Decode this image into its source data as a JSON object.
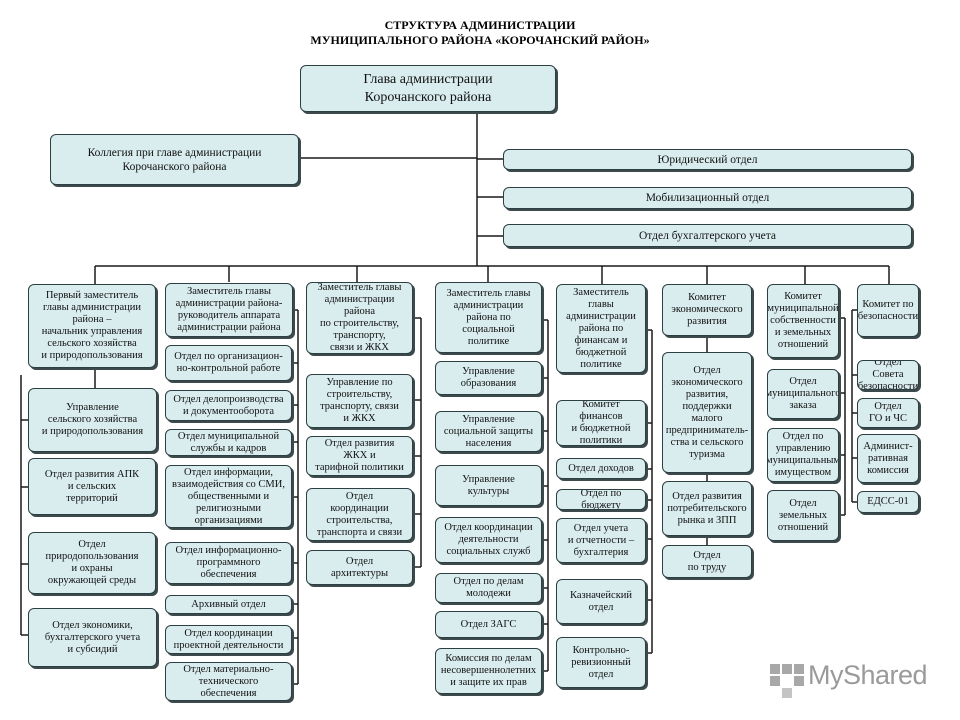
{
  "title": {
    "line1": "СТРУКТУРА АДМИНИСТРАЦИИ",
    "line2": "МУНИЦИПАЛЬНОГО РАЙОНА «КОРОЧАНСКИЙ РАЙОН»"
  },
  "head": "Глава администрации\nКорочанского района",
  "collegium": "Коллегия при главе администрации\nКорочанского района",
  "right_units": [
    "Юридический отдел",
    "Мобилизационный отдел",
    "Отдел бухгалтерского учета"
  ],
  "columns": [
    {
      "head": "Первый заместитель\nглавы администрации\nрайона –\nначальник управления\nсельского хозяйства\nи природопользования",
      "items": [
        "Управление\nсельского хозяйства\nи природопользования",
        "Отдел развития АПК\nи сельских\nтерриторий",
        "Отдел\nприродопользования\nи охраны\nокружающей среды",
        "Отдел экономики,\nбухгалтерского учета\nи субсидий"
      ]
    },
    {
      "head": "Заместитель главы\nадминистрации района-\nруководитель аппарата\nадминистрации района",
      "items": [
        "Отдел по организацион-\nно-контрольной работе",
        "Отдел делопроизводства\nи документооборота",
        "Отдел муниципальной\nслужбы и кадров",
        "Отдел информации,\nвзаимодействия со СМИ,\nобщественными и\nрелигиозными\nорганизациями",
        "Отдел информационно-\nпрограммного\nобеспечения",
        "Архивный отдел",
        "Отдел координации\nпроектной деятельности",
        "Отдел материально-\nтехнического\nобеспечения"
      ]
    },
    {
      "head": "Заместитель главы\nадминистрации района\nпо строительству,\nтранспорту,\nсвязи и ЖКХ",
      "items": [
        "Управление по\nстроительству,\nтранспорту, связи\nи ЖКХ",
        "Отдел развития\nЖКХ и\nтарифной политики",
        "Отдел\nкоординации\nстроительства,\nтранспорта и связи",
        "Отдел\nархитектуры"
      ]
    },
    {
      "head": "Заместитель главы\nадминистрации\nрайона по\nсоциальной\nполитике",
      "items": [
        "Управление\nобразования",
        "Управление\nсоциальной защиты\nнаселения",
        "Управление\nкультуры",
        "Отдел координации\nдеятельности\nсоциальных служб",
        "Отдел по делам\nмолодежи",
        "Отдел ЗАГС",
        "Комиссия по делам\nнесовершеннолетних\nи защите их прав"
      ]
    },
    {
      "head": "Заместитель главы\nадминистрации\nрайона по\nфинансам и\nбюджетной\nполитике",
      "items": [
        "Комитет финансов\nи бюджетной\nполитики",
        "Отдел доходов",
        "Отдел по бюджету",
        "Отдел учета\nи отчетности –\nбухгалтерия",
        "Казначейский\nотдел",
        "Контрольно-\nревизионный\nотдел"
      ]
    },
    {
      "head": "Комитет\nэкономического\nразвития",
      "items": [
        "Отдел\nэкономического\nразвития,\nподдержки\nмалого\nпредприниматель-\nства и сельского\nтуризма",
        "Отдел развития\nпотребительского\nрынка и ЗПП",
        "Отдел\nпо труду"
      ]
    },
    {
      "head": "Комитет\nмуниципальной\nсобственности\nи земельных\nотношений",
      "items": [
        "Отдел\nмуниципального\nзаказа",
        "Отдел по\nуправлению\nмуниципальным\nимуществом",
        "Отдел\nземельных\nотношений"
      ]
    },
    {
      "head": "Комитет по\nбезопасности",
      "items": [
        "Отдел Совета\nбезопасности",
        "Отдел\nГО и ЧС",
        "Админист-\nративная\nкомиссия",
        "ЕДСС-01"
      ]
    }
  ],
  "watermark": "MyShared"
}
